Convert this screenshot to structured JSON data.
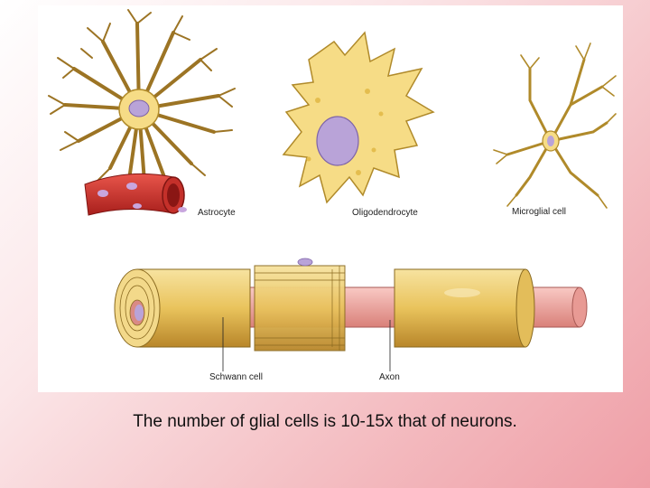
{
  "figure": {
    "labels": {
      "astrocyte": "Astrocyte",
      "oligodendrocyte": "Oligodendrocyte",
      "microglial_cell": "Microglial cell",
      "schwann_cell": "Schwann cell",
      "axon": "Axon"
    }
  },
  "caption": "The number of glial cells is 10-15x that of neurons.",
  "colors": {
    "background_gradient_end": "#ef9ea6",
    "cell_fill": "#f6dc86",
    "cell_stroke": "#b08a2a",
    "nucleus": "#b9a3d8",
    "blood_vessel": "#d63a2f",
    "axon": "#f0a8a8",
    "myelin": "#e6c46a"
  }
}
